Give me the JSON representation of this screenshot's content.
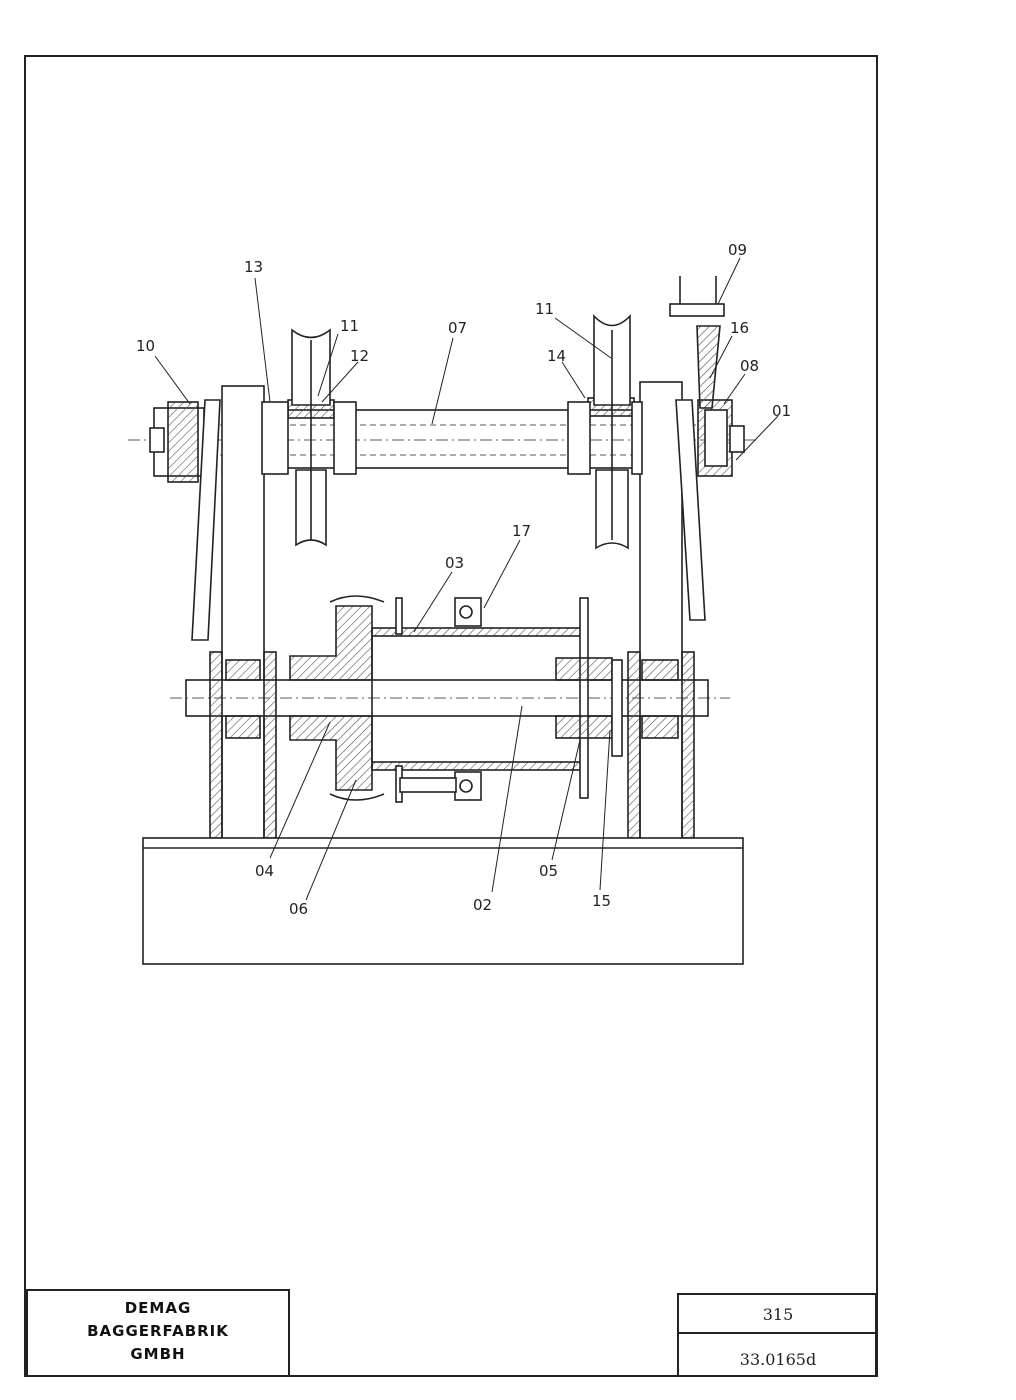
{
  "callouts": [
    {
      "id": "01",
      "label": "01"
    },
    {
      "id": "02",
      "label": "02"
    },
    {
      "id": "03",
      "label": "03"
    },
    {
      "id": "04",
      "label": "04"
    },
    {
      "id": "05",
      "label": "05"
    },
    {
      "id": "06",
      "label": "06"
    },
    {
      "id": "07",
      "label": "07"
    },
    {
      "id": "08",
      "label": "08"
    },
    {
      "id": "09",
      "label": "09"
    },
    {
      "id": "10",
      "label": "10"
    },
    {
      "id": "11a",
      "label": "11"
    },
    {
      "id": "11b",
      "label": "11"
    },
    {
      "id": "12",
      "label": "12"
    },
    {
      "id": "13",
      "label": "13"
    },
    {
      "id": "14",
      "label": "14"
    },
    {
      "id": "15",
      "label": "15"
    },
    {
      "id": "16",
      "label": "16"
    },
    {
      "id": "17",
      "label": "17"
    }
  ],
  "title_block": {
    "company": [
      "DEMAG",
      "BAGGERFABRIK",
      "GMBH"
    ],
    "drawing_number": "315",
    "drawing_code": "33.0165d"
  },
  "colors": {
    "ink": "#222222",
    "paper": "#ffffff",
    "hatch": "#555555"
  }
}
